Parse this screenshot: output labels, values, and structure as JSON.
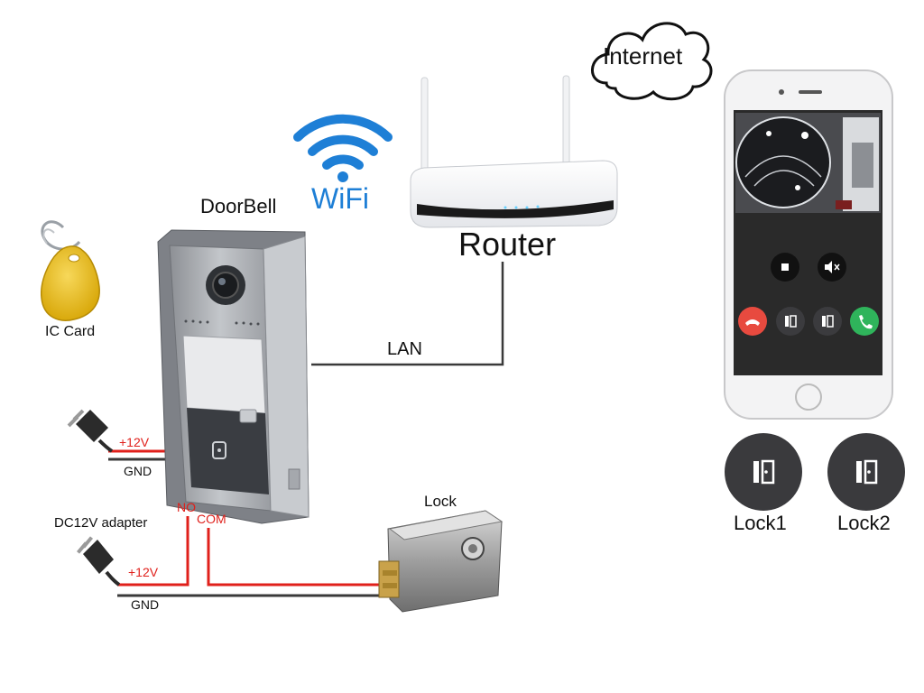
{
  "labels": {
    "internet": "Internet",
    "wifi": "WiFi",
    "router": "Router",
    "doorbell": "DoorBell",
    "ic_card": "IC Card",
    "lan": "LAN",
    "lock": "Lock",
    "dc_adapter": "DC12V adapter",
    "plus12v_top": "+12V",
    "gnd_top": "GND",
    "plus12v_bottom": "+12V",
    "gnd_bottom": "GND",
    "no": "NO",
    "com": "COM",
    "lock1": "Lock1",
    "lock2": "Lock2"
  },
  "colors": {
    "wifi_blue": "#1e7fd6",
    "wire_red": "#e0201b",
    "wire_dark": "#3a3a3a",
    "accept_green": "#2fb45b",
    "reject_red": "#e84a3f",
    "phone_screen": "#2a2a2a",
    "ic_card_yellow": "#f2c21b"
  },
  "phone": {
    "buttons": [
      "stop-icon",
      "mute-icon",
      "reject-call-icon",
      "unlock-1-icon",
      "unlock-2-icon",
      "accept-call-icon"
    ]
  }
}
